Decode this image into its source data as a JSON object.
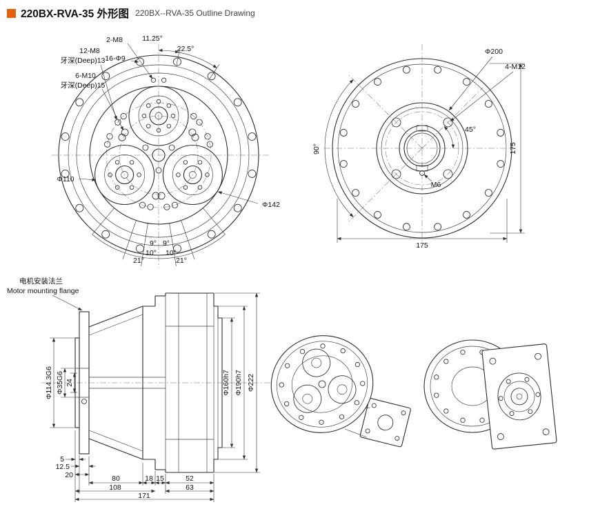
{
  "page": {
    "accent_color": "#e2620c",
    "line_color": "#2b2b2b",
    "background": "#ffffff"
  },
  "header": {
    "title_cn": "220BX-RVA-35 外形图",
    "title_en": "220BX--RVA-35 Outline Drawing"
  },
  "front_view": {
    "label_2m8": "2-M8",
    "angle_1125": "11.25°",
    "angle_225": "22.5°",
    "label_16phi9": "16-Φ9",
    "label_12m8": "12-M8",
    "label_deep13": "牙深(Deep)13",
    "label_6m10": "6-M10",
    "label_deep15": "牙深(Deep)15",
    "label_phi110": "Φ110",
    "label_phi142": "Φ142",
    "angle_9": "9°",
    "angle_10": "10°",
    "angle_21": "21°"
  },
  "output_view": {
    "label_phi200": "Φ200",
    "label_4m12": "4-M12",
    "angle_45": "45°",
    "angle_90": "90°",
    "dim_175_right": "175",
    "label_m6": "M6",
    "dim_175_bottom": "175"
  },
  "section_view": {
    "flange_label_cn": "电机安装法兰",
    "flange_label_en": "Motor mounting flange",
    "dim_phi1143": "Φ114.3G6",
    "dim_phi35": "Φ35G6",
    "dim_24": "24",
    "dim_phi160": "Φ160h7",
    "dim_phi190": "Φ190h7",
    "dim_phi222": "Φ222",
    "dim_5": "5",
    "dim_125": "12.5",
    "dim_20": "20",
    "dim_80": "80",
    "dim_18": "18",
    "dim_15": "15",
    "dim_52": "52",
    "dim_108": "108",
    "dim_63": "63",
    "dim_171": "171"
  }
}
